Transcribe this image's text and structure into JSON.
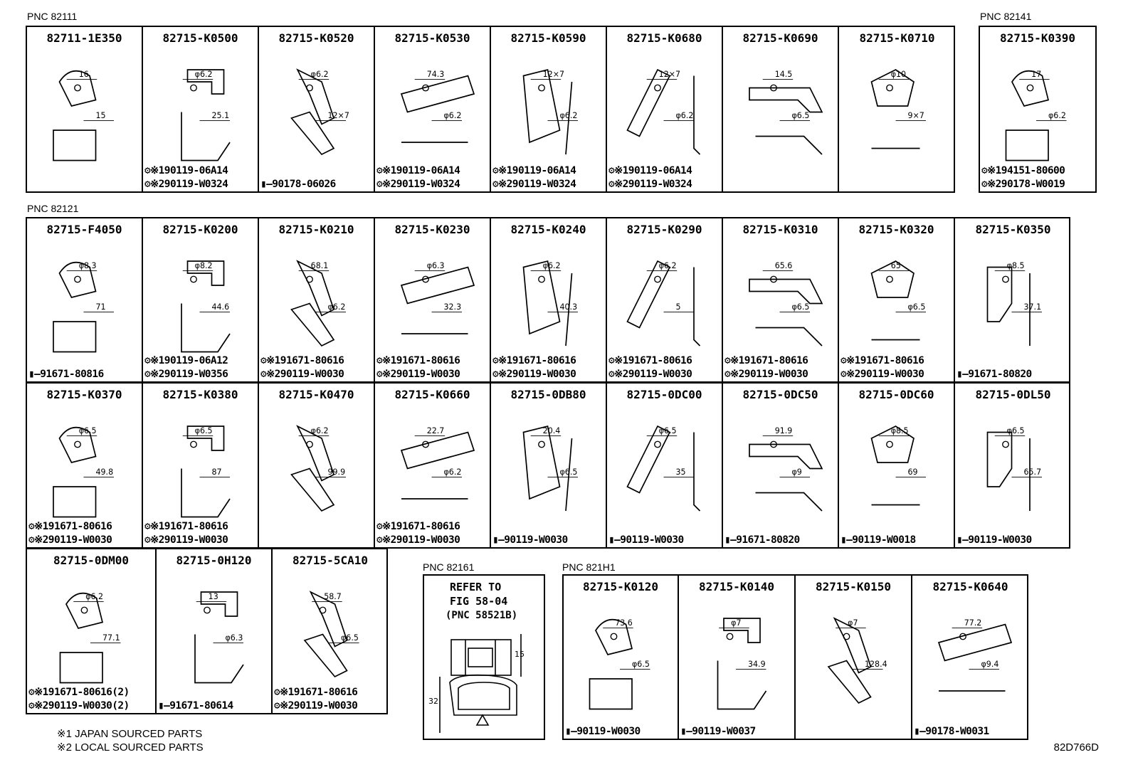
{
  "labels": {
    "pnc_82111": "PNC 82111",
    "pnc_82141": "PNC 82141",
    "pnc_82121": "PNC 82121",
    "pnc_82161": "PNC 82161",
    "pnc_821h1": "PNC 821H1",
    "note1": "※1 JAPAN SOURCED PARTS",
    "note2": "※2 LOCAL SOURCED PARTS",
    "figure_code": "82D766D"
  },
  "refer": {
    "line1": "REFER TO",
    "line2": "FIG 58-04",
    "line3": "(PNC 58521B)"
  },
  "row1": [
    {
      "pn": "82711-1E350",
      "f1": "",
      "f2": ""
    },
    {
      "pn": "82715-K0500",
      "f1": "※190119-06A14",
      "f2": "※290119-W0324"
    },
    {
      "pn": "82715-K0520",
      "f1": "",
      "f2": "—90178-06026"
    },
    {
      "pn": "82715-K0530",
      "f1": "※190119-06A14",
      "f2": "※290119-W0324"
    },
    {
      "pn": "82715-K0590",
      "f1": "※190119-06A14",
      "f2": "※290119-W0324"
    },
    {
      "pn": "82715-K0680",
      "f1": "※190119-06A14",
      "f2": "※290119-W0324"
    },
    {
      "pn": "82715-K0690",
      "f1": "",
      "f2": ""
    },
    {
      "pn": "82715-K0710",
      "f1": "",
      "f2": ""
    }
  ],
  "row1b": [
    {
      "pn": "82715-K0390",
      "f1": "※194151-80600",
      "f2": "※290178-W0019"
    }
  ],
  "row2": [
    {
      "pn": "82715-F4050",
      "f1": "",
      "f2": "—91671-80816"
    },
    {
      "pn": "82715-K0200",
      "f1": "※190119-06A12",
      "f2": "※290119-W0356"
    },
    {
      "pn": "82715-K0210",
      "f1": "※191671-80616",
      "f2": "※290119-W0030"
    },
    {
      "pn": "82715-K0230",
      "f1": "※191671-80616",
      "f2": "※290119-W0030"
    },
    {
      "pn": "82715-K0240",
      "f1": "※191671-80616",
      "f2": "※290119-W0030"
    },
    {
      "pn": "82715-K0290",
      "f1": "※191671-80616",
      "f2": "※290119-W0030"
    },
    {
      "pn": "82715-K0310",
      "f1": "※191671-80616",
      "f2": "※290119-W0030"
    },
    {
      "pn": "82715-K0320",
      "f1": "※191671-80616",
      "f2": "※290119-W0030"
    },
    {
      "pn": "82715-K0350",
      "f1": "",
      "f2": "—91671-80820"
    }
  ],
  "row3": [
    {
      "pn": "82715-K0370",
      "f1": "※191671-80616",
      "f2": "※290119-W0030"
    },
    {
      "pn": "82715-K0380",
      "f1": "※191671-80616",
      "f2": "※290119-W0030"
    },
    {
      "pn": "82715-K0470",
      "f1": "",
      "f2": ""
    },
    {
      "pn": "82715-K0660",
      "f1": "※191671-80616",
      "f2": "※290119-W0030"
    },
    {
      "pn": "82715-0DB80",
      "f1": "",
      "f2": "—90119-W0030"
    },
    {
      "pn": "82715-0DC00",
      "f1": "",
      "f2": "—90119-W0030"
    },
    {
      "pn": "82715-0DC50",
      "f1": "",
      "f2": "—91671-80820"
    },
    {
      "pn": "82715-0DC60",
      "f1": "",
      "f2": "—90119-W0018"
    },
    {
      "pn": "82715-0DL50",
      "f1": "",
      "f2": "—90119-W0030"
    }
  ],
  "row4": [
    {
      "pn": "82715-0DM00",
      "f1": "※191671-80616(2)",
      "f2": "※290119-W0030(2)"
    },
    {
      "pn": "82715-0H120",
      "f1": "",
      "f2": "—91671-80614"
    },
    {
      "pn": "82715-5CA10",
      "f1": "※191671-80616",
      "f2": "※290119-W0030"
    }
  ],
  "row4b": [
    {
      "pn": "82715-K0120",
      "f1": "",
      "f2": "—90119-W0030"
    },
    {
      "pn": "82715-K0140",
      "f1": "",
      "f2": "—90119-W0037"
    },
    {
      "pn": "82715-K0150",
      "f1": "",
      "f2": ""
    },
    {
      "pn": "82715-K0640",
      "f1": "",
      "f2": "—90178-W0031"
    }
  ],
  "dims": {
    "r1c1": [
      "16",
      "15"
    ],
    "r1c2": [
      "φ6.2",
      "25.1"
    ],
    "r1c3": [
      "φ6.2",
      "12×7"
    ],
    "r1c4": [
      "74.3",
      "φ6.2"
    ],
    "r1c5": [
      "12×7",
      "φ6.2"
    ],
    "r1c6": [
      "12×7",
      "φ6.2"
    ],
    "r1c7": [
      "14.5",
      "φ6.5"
    ],
    "r1c8": [
      "φ10",
      "9×7"
    ],
    "r1b1": [
      "17",
      "φ6.2"
    ],
    "r2c1": [
      "φ8.3",
      "71"
    ],
    "r2c2": [
      "φ8.2",
      "44.6"
    ],
    "r2c3": [
      "68.1",
      "φ6.2"
    ],
    "r2c4": [
      "φ6.3",
      "32.3"
    ],
    "r2c5": [
      "φ6.2",
      "40.3"
    ],
    "r2c6": [
      "φ6.2",
      "5"
    ],
    "r2c7": [
      "65.6",
      "φ6.5"
    ],
    "r2c8": [
      "65",
      "φ6.5"
    ],
    "r2c9": [
      "φ8.5",
      "37.1"
    ],
    "r3c1": [
      "φ6.5",
      "49.8"
    ],
    "r3c2": [
      "φ6.5",
      "87"
    ],
    "r3c3": [
      "φ6.2",
      "99.9"
    ],
    "r3c4": [
      "22.7",
      "φ6.2"
    ],
    "r3c5": [
      "20.4",
      "φ6.5"
    ],
    "r3c6": [
      "φ6.5",
      "35"
    ],
    "r3c7": [
      "91.9",
      "φ9"
    ],
    "r3c8": [
      "φ8.5",
      "69"
    ],
    "r3c9": [
      "φ6.5",
      "65.7"
    ],
    "r4c1": [
      "φ6.2",
      "77.1"
    ],
    "r4c2": [
      "13",
      "φ6.3"
    ],
    "r4c3": [
      "58.7",
      "φ6.5"
    ],
    "r4b1": [
      "73.6",
      "φ6.5"
    ],
    "r4b2": [
      "φ7",
      "34.9"
    ],
    "r4b3": [
      "φ7",
      "128.4"
    ],
    "r4b4": [
      "77.2",
      "φ9.4"
    ],
    "ref": [
      "15",
      "32"
    ]
  }
}
